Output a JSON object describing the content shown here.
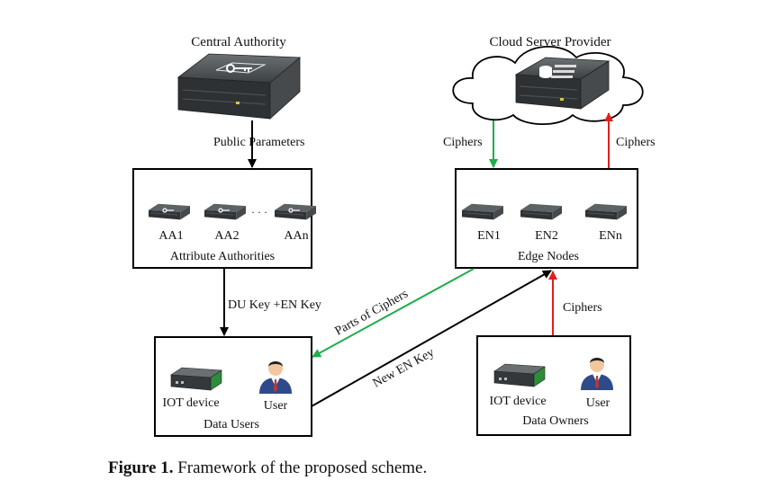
{
  "central_authority": {
    "title": "Central Authority"
  },
  "cloud": {
    "title": "Cloud Server Provider"
  },
  "arrows": {
    "public_parameters": "Public Parameters",
    "ciphers_down": "Ciphers",
    "ciphers_up": "Ciphers",
    "du_key": "DU Key +EN Key",
    "parts_of_ciphers": "Parts of Ciphers",
    "new_en_key": "New EN Key",
    "ciphers_owner": "Ciphers"
  },
  "attribute_authorities": {
    "title": "Attribute Authorities",
    "items": [
      "AA1",
      "AA2",
      "AAn"
    ],
    "ellipsis": "· · ·"
  },
  "edge_nodes": {
    "title": "Edge Nodes",
    "items": [
      "EN1",
      "EN2",
      "ENn"
    ]
  },
  "data_users": {
    "title": "Data Users",
    "iot_label": "IOT device",
    "user_label": "User"
  },
  "data_owners": {
    "title": "Data Owners",
    "iot_label": "IOT device",
    "user_label": "User"
  },
  "caption": {
    "prefix": "Figure 1.",
    "text": " Framework of the proposed scheme."
  },
  "colors": {
    "black_arrow": "#000000",
    "green_arrow": "#1fae4b",
    "red_arrow": "#e0201c",
    "server_body": "#3a3e41",
    "user_tie": "#c0392b"
  }
}
